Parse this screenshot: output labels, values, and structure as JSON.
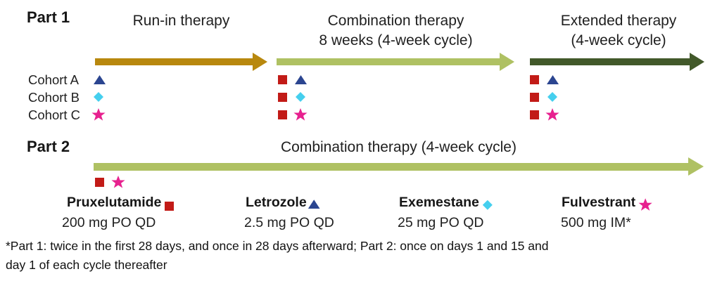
{
  "part1": {
    "label": "Part 1",
    "phases": [
      {
        "title": "Run-in therapy",
        "subtitle": "",
        "arrow_color": "#b8880e"
      },
      {
        "title": "Combination therapy",
        "subtitle": "8 weeks (4-week cycle)",
        "arrow_color": "#afc163"
      },
      {
        "title": "Extended therapy",
        "subtitle": "(4-week cycle)",
        "arrow_color": "#42592a"
      }
    ],
    "cohorts": [
      {
        "label": "Cohort A",
        "symbol_icon": "triangle-icon",
        "symbol_color": "#2b4590"
      },
      {
        "label": "Cohort B",
        "symbol_icon": "diamond-icon",
        "symbol_color": "#45cfee"
      },
      {
        "label": "Cohort C",
        "symbol_icon": "star-icon",
        "symbol_color": "#e7218f"
      }
    ]
  },
  "part2": {
    "label": "Part 2",
    "phase_title": "Combination therapy (4-week cycle)",
    "arrow_color": "#afc163"
  },
  "drugs": [
    {
      "name": "Pruxelutamide",
      "marker_icon": "square-icon",
      "marker_color": "#c21b17",
      "dose": "200 mg PO QD"
    },
    {
      "name": "Letrozole",
      "marker_icon": "triangle-icon",
      "marker_color": "#2b4590",
      "dose": "2.5 mg PO QD"
    },
    {
      "name": "Exemestane",
      "marker_icon": "diamond-icon",
      "marker_color": "#45cfee",
      "dose": "25 mg PO QD"
    },
    {
      "name": "Fulvestrant",
      "marker_icon": "star-icon",
      "marker_color": "#e7218f",
      "dose": "500 mg IM*"
    }
  ],
  "footnote": {
    "line1": "*Part 1: twice in the first 28 days, and once in 28 days afterward; Part 2: once on days 1 and 15 and",
    "line2": "day 1 of each cycle thereafter"
  }
}
